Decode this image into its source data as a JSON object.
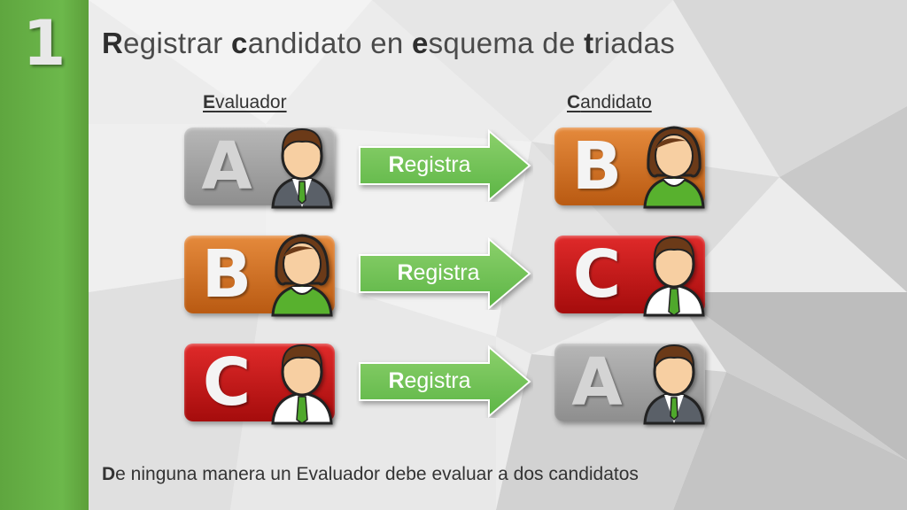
{
  "slide": {
    "number": "1",
    "title_parts": [
      {
        "cap": "R",
        "rest": "egistrar "
      },
      {
        "cap": "c",
        "rest": "andidato en "
      },
      {
        "cap": "e",
        "rest": "squema de "
      },
      {
        "cap": "t",
        "rest": "riadas"
      }
    ]
  },
  "columns": {
    "evaluator": {
      "cap": "E",
      "rest": "valuador"
    },
    "candidate": {
      "cap": "C",
      "rest": "andidato"
    }
  },
  "rows": [
    {
      "evaluator": {
        "letter": "A",
        "tile": "gray",
        "person": "male-vest"
      },
      "action": {
        "cap": "R",
        "rest": "egistra"
      },
      "candidate": {
        "letter": "B",
        "tile": "orange",
        "person": "female"
      }
    },
    {
      "evaluator": {
        "letter": "B",
        "tile": "orange",
        "person": "female"
      },
      "action": {
        "cap": "R",
        "rest": "egistra"
      },
      "candidate": {
        "letter": "C",
        "tile": "red",
        "person": "male-shirt"
      }
    },
    {
      "evaluator": {
        "letter": "C",
        "tile": "red",
        "person": "male-shirt"
      },
      "action": {
        "cap": "R",
        "rest": "egistra"
      },
      "candidate": {
        "letter": "A",
        "tile": "gray",
        "person": "male-vest"
      }
    }
  ],
  "footer": {
    "cap": "D",
    "rest": "e ninguna manera un Evaluador debe evaluar a dos candidatos"
  },
  "colors": {
    "sidebar": "#6cb84b",
    "arrow": "#5cb545",
    "tile_gray": "#a3a3a3",
    "tile_orange": "#d0702a",
    "tile_red": "#cc1a1a"
  }
}
